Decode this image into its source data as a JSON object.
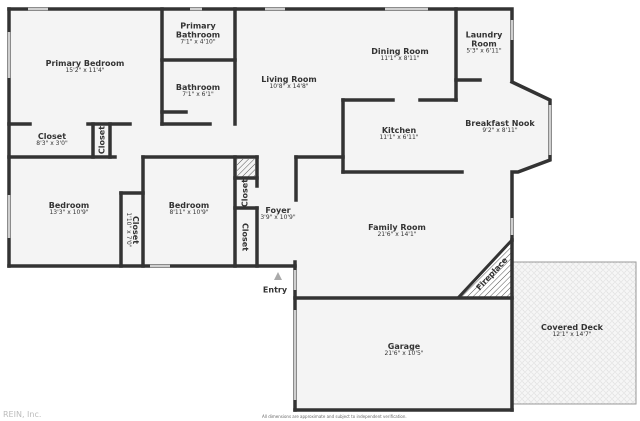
{
  "rooms": [
    {
      "name": "Primary Bedroom",
      "dims": "15'2\" x 11'4\""
    },
    {
      "name": "Primary Bathroom",
      "dims": "7'1\" x 4'10\""
    },
    {
      "name": "Bathroom",
      "dims": "7'1\" x 6'1\""
    },
    {
      "name": "Living Room",
      "dims": "10'8\" x 14'8\""
    },
    {
      "name": "Dining Room",
      "dims": "11'1\" x 8'11\""
    },
    {
      "name": "Laundry Room",
      "dims": "5'3\" x 6'11\""
    },
    {
      "name": "Kitchen",
      "dims": "11'1\" x 6'11\""
    },
    {
      "name": "Breakfast Nook",
      "dims": "9'2\" x 8'11\""
    },
    {
      "name": "Closet",
      "dims": "8'3\" x 3'0\""
    },
    {
      "name": "Closet",
      "dims": ""
    },
    {
      "name": "Bedroom",
      "dims": "13'3\" x 10'9\""
    },
    {
      "name": "Closet",
      "dims": "1'10\" x 7'0\""
    },
    {
      "name": "Bedroom",
      "dims": "8'11\" x 10'9\""
    },
    {
      "name": "Closet",
      "dims": ""
    },
    {
      "name": "Closet",
      "dims": ""
    },
    {
      "name": "Foyer",
      "dims": "3'9\" x 10'9\""
    },
    {
      "name": "Family Room",
      "dims": "21'6\" x 14'1\""
    },
    {
      "name": "Fireplace",
      "dims": ""
    },
    {
      "name": "Garage",
      "dims": "21'6\" x 10'5\""
    },
    {
      "name": "Covered Deck",
      "dims": "12'1\" x 14'7\""
    }
  ],
  "entry_label": "Entry",
  "disclaimer": "All dimensions are approximate and subject to independent verification.",
  "watermark": "REIN, Inc.",
  "colors": {
    "wall": "#333333",
    "floor": "#f4f4f4",
    "window": "#cfcfcf"
  }
}
